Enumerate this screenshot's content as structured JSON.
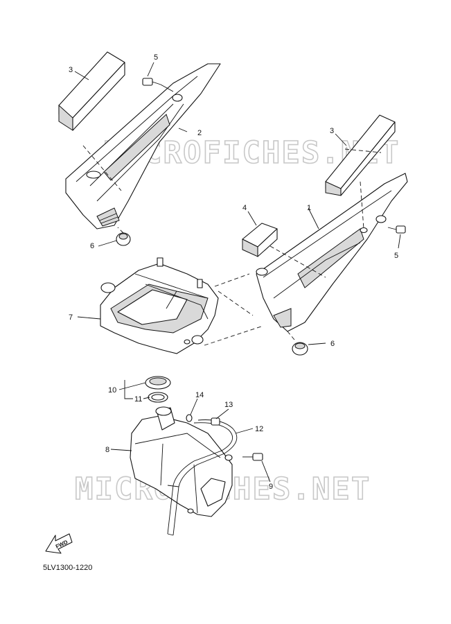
{
  "diagram": {
    "code": "5LV1300-1220",
    "watermark": "MICROFICHES.NET",
    "fwd_label": "FWD",
    "callouts": {
      "c1": "1",
      "c2": "2",
      "c3a": "3",
      "c3b": "3",
      "c4": "4",
      "c5a": "5",
      "c5b": "5",
      "c6a": "6",
      "c6b": "6",
      "c7": "7",
      "c8": "8",
      "c9": "9",
      "c10": "10",
      "c11": "11",
      "c12": "12",
      "c13": "13",
      "c14": "14"
    }
  }
}
